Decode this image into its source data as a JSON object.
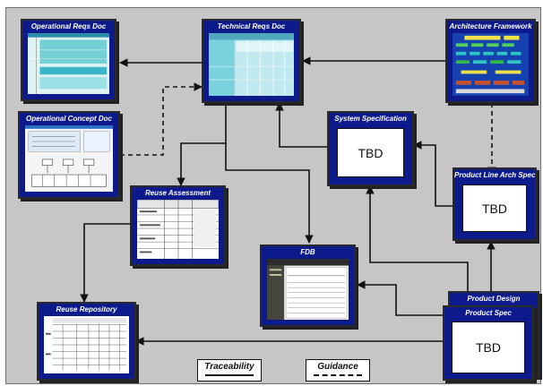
{
  "diagram": {
    "nodes": {
      "operational_reqs": {
        "title": "Operational Reqs Doc"
      },
      "technical_reqs": {
        "title": "Technical Reqs Doc"
      },
      "architecture": {
        "title": "Architecture Framework"
      },
      "operational_concept": {
        "title": "Operational Concept Doc"
      },
      "system_spec": {
        "title": "System Specification",
        "content": "TBD"
      },
      "product_line_arch": {
        "title": "Product Line Arch Spec",
        "content": "TBD"
      },
      "reuse_assessment": {
        "title": "Reuse Assessment"
      },
      "fdb": {
        "title": "FDB"
      },
      "reuse_repository": {
        "title": "Reuse Repository"
      },
      "product_design": {
        "title": "Product Design"
      },
      "product_spec": {
        "title": "Product Spec",
        "content": "TBD"
      }
    },
    "legend": {
      "traceability": "Traceability",
      "guidance": "Guidance"
    },
    "colors": {
      "node_fill": "#0c1a8c",
      "background": "#c6c6c6",
      "connector": "#111111"
    }
  }
}
